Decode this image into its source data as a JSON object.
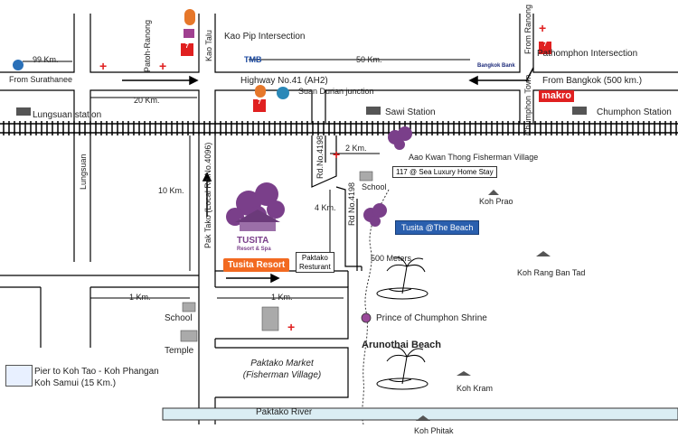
{
  "places": {
    "kao_pip": "Kao Pip Intersection",
    "pathomphon": "Pathomphon Intersection",
    "from_surathanee": "From Surathanee",
    "from_bangkok": "From Bangkok (500 km.)",
    "from_ranong": "From Ranong",
    "patoh_ranong": "Patoh-Ranong",
    "kao_talu": "Kao Talu",
    "highway": "Highway No.41 (AH2)",
    "suan_durian": "Suan Durian junction",
    "lungsuan_station": "Lungsuan station",
    "sawi_station": "Sawi Station",
    "chumphon_station": "Chumphon Station",
    "lungsuan": "Lungsuan",
    "chumphon_town": "Chumphon Town",
    "rd4198_a": "Rd.No.4198",
    "rd4198_b": "Rd No.4198",
    "pak_tako_rd": "Pak Tako (Local Rd.No.4096)",
    "aao_kwan": "Aao Kwan Thong Fisherman Village",
    "school_1": "School",
    "school_2": "School",
    "temple": "Temple",
    "koh_prao": "Koh Prao",
    "koh_rang": "Koh Rang Ban Tad",
    "koh_kram": "Koh Kram",
    "koh_phitak": "Koh Phitak",
    "shrine": "Prince of Chumphon Shrine",
    "arunothai": "Arunothai Beach",
    "pier_line1": "Pier to Koh Tao - Koh Phangan",
    "pier_line2": "Koh Samui (15 Km.)",
    "market_line1": "Paktako Market",
    "market_line2": "(Fisherman Village)",
    "river": "Paktako River",
    "five_hundred_m": "500 Meters"
  },
  "distances": {
    "d99": "99 Km.",
    "d20": "20 Km.",
    "d50": "50 Km.",
    "d10": "10 Km.",
    "d2": "2 Km.",
    "d4": "4 Km.",
    "d1a": "1 Km.",
    "d1b": "1 Km."
  },
  "resorts": {
    "tusita_resort": "Tusita Resort",
    "paktako_line1": "Paktako",
    "paktako_line2": "Resturant",
    "sea_luxury": "117 @ Sea Luxury Home Stay",
    "tusita_beach": "Tusita @The Beach"
  },
  "logos": {
    "tmb": "TMB",
    "bangkok_bank": "Bangkok Bank",
    "makro": "makro",
    "seven_eleven": "7",
    "tusita_logo": "TUSITA",
    "tusita_sub": "Resort & Spa"
  },
  "colors": {
    "road": "#000000",
    "railway": "#000000",
    "river": "#dbeef4",
    "resort_orange": "#f26a21",
    "beach_blue": "#2a5fae",
    "hospital_red": "#e02020",
    "tree_purple": "#7a3f8a",
    "shrine_purple": "#9a4a9a"
  }
}
